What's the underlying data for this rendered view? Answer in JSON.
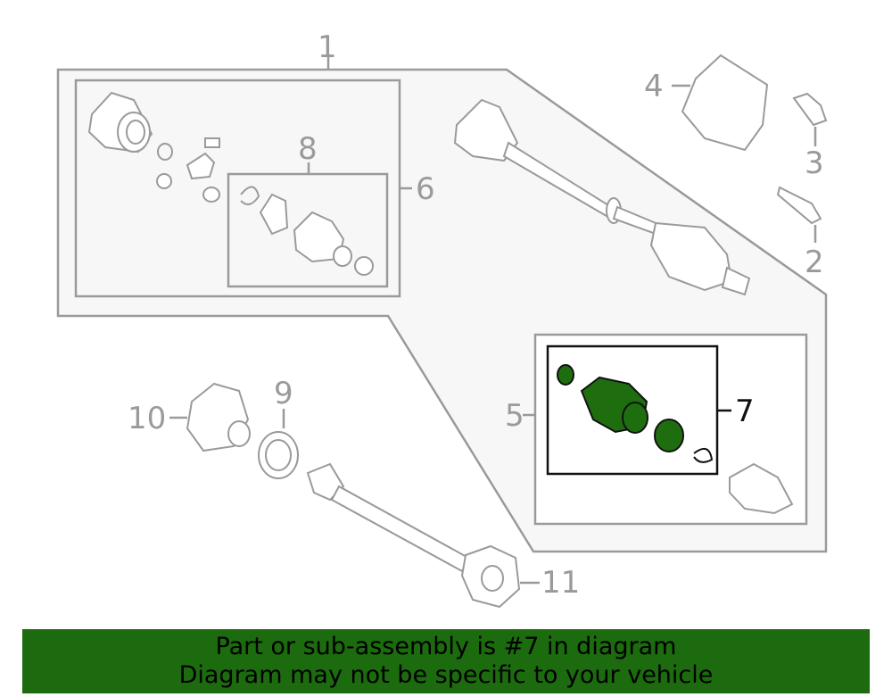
{
  "callouts": {
    "c1": "1",
    "c2": "2",
    "c3": "3",
    "c4": "4",
    "c5": "5",
    "c6": "6",
    "c7": "7",
    "c8": "8",
    "c9": "9",
    "c10": "10",
    "c11": "11"
  },
  "highlighted_part": "7",
  "colors": {
    "highlight": "#1e6e10",
    "banner": "#1c6b0e",
    "line": "#9a9a9a"
  },
  "banner": {
    "line1": "Part or sub-assembly is #7 in diagram",
    "line2": "Diagram may not be specific to your vehicle"
  }
}
